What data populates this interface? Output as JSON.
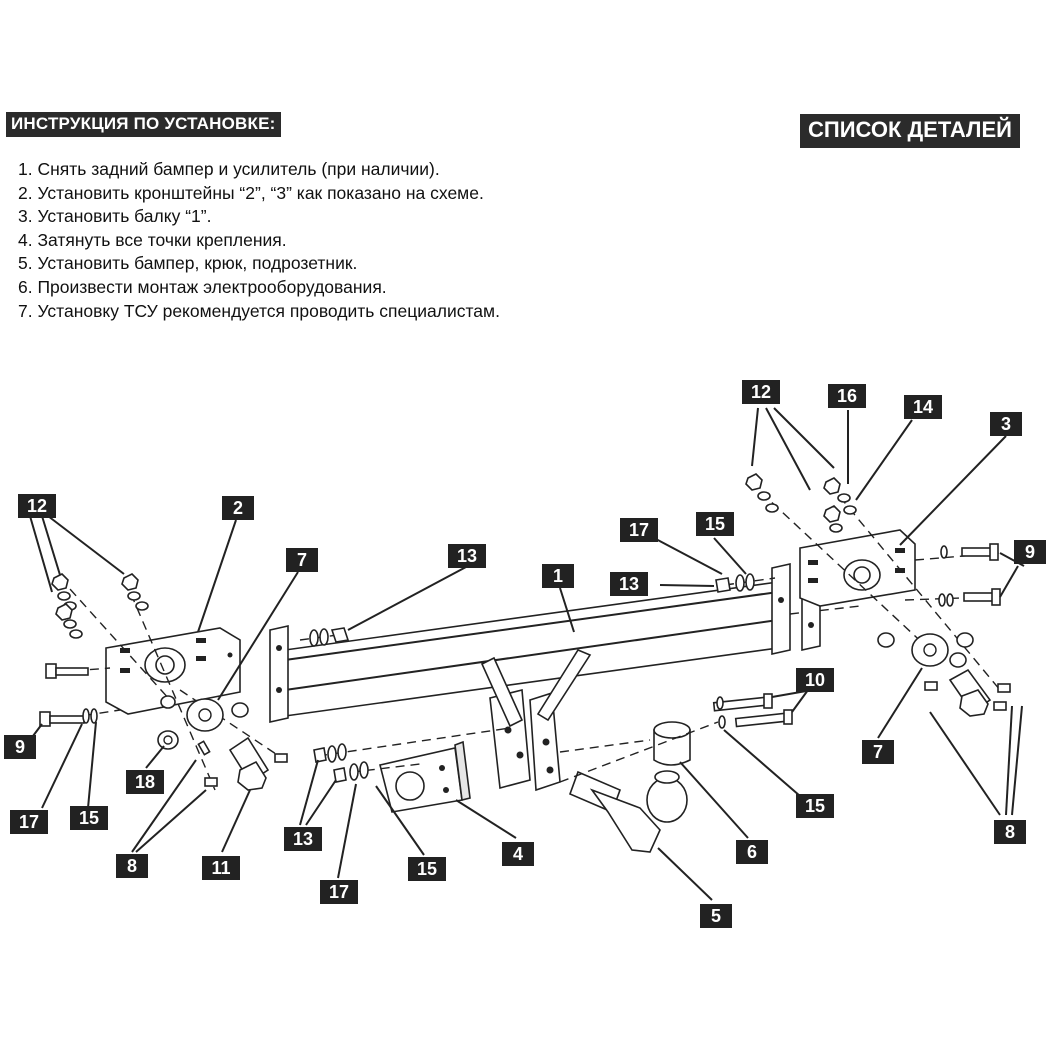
{
  "instructions": {
    "title": "ИНСТРУКЦИЯ ПО УСТАНОВКЕ:",
    "steps": [
      "1. Снять задний бампер и усилитель (при наличии).",
      "2. Установить кронштейны “2”, “3” как показано на схеме.",
      "3. Установить балку “1”.",
      "4. Затянуть все точки крепления.",
      "5. Установить бампер, крюк, подрозетник.",
      "6. Произвести монтаж электрооборудования.",
      "7. Установку ТСУ рекомендуется проводить специалистам."
    ]
  },
  "parts_list": {
    "title": "СПИСОК ДЕТАЛЕЙ"
  },
  "labels": {
    "l12a": "12",
    "l2": "2",
    "l7a": "7",
    "l13a": "13",
    "l1": "1",
    "l17a": "17",
    "l15a": "15",
    "l13b": "13",
    "l12b": "12",
    "l16": "16",
    "l14": "14",
    "l3": "3",
    "l9a": "9",
    "l9b": "9",
    "l10": "10",
    "l7b": "7",
    "l15b": "15",
    "l8a": "8",
    "l18": "18",
    "l17b": "17",
    "l15c": "15",
    "l11": "11",
    "l8b": "8",
    "l13c": "13",
    "l17c": "17",
    "l15d": "15",
    "l4": "4",
    "l6": "6",
    "l5": "5"
  }
}
